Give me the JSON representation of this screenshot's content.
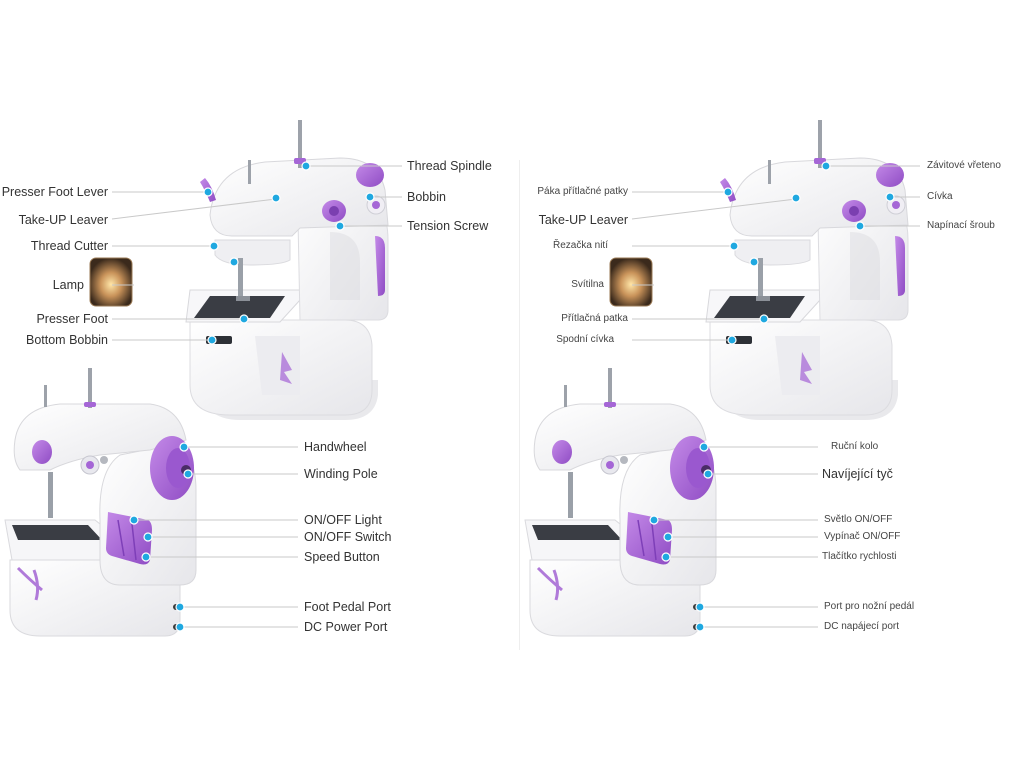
{
  "colors": {
    "accent_purple": "#a566d6",
    "callout_blue": "#1fa8e0",
    "leader_line": "#c9c9c9",
    "body_white": "#f4f4f6",
    "plate_dark": "#3a3d44"
  },
  "left_panel": {
    "top_labels": {
      "presser_foot_lever": "Presser Foot Lever",
      "take_up_lever": "Take-UP Leaver",
      "thread_cutter": "Thread Cutter",
      "lamp": "Lamp",
      "presser_foot": "Presser Foot",
      "bottom_bobbin": "Bottom Bobbin",
      "thread_spindle": "Thread Spindle",
      "bobbin": "Bobbin",
      "tension_screw": "Tension Screw"
    },
    "side_labels": {
      "handwheel": "Handwheel",
      "winding_pole": "Winding Pole",
      "on_off_light": "ON/OFF Light",
      "on_off_switch": "ON/OFF Switch",
      "speed_button": "Speed Button",
      "foot_pedal_port": "Foot Pedal Port",
      "dc_power_port": "DC Power Port"
    }
  },
  "right_panel": {
    "top_labels": {
      "presser_foot_lever": "Páka přítlačné patky",
      "take_up_lever": "Take-UP Leaver",
      "thread_cutter": "Řezačka nití",
      "lamp": "Svítilna",
      "presser_foot": "Přítlačná patka",
      "bottom_bobbin": "Spodní cívka",
      "thread_spindle": "Závitové vřeteno",
      "bobbin": "Cívka",
      "tension_screw": "Napínací šroub"
    },
    "side_labels": {
      "handwheel": "Ruční kolo",
      "winding_pole": "Navíjející tyč",
      "on_off_light": "Světlo ON/OFF",
      "on_off_switch": "Vypínač ON/OFF",
      "speed_button": "Tlačítko rychlosti",
      "foot_pedal_port": "Port pro nožní pedál",
      "dc_power_port": "DC napájecí port"
    }
  }
}
